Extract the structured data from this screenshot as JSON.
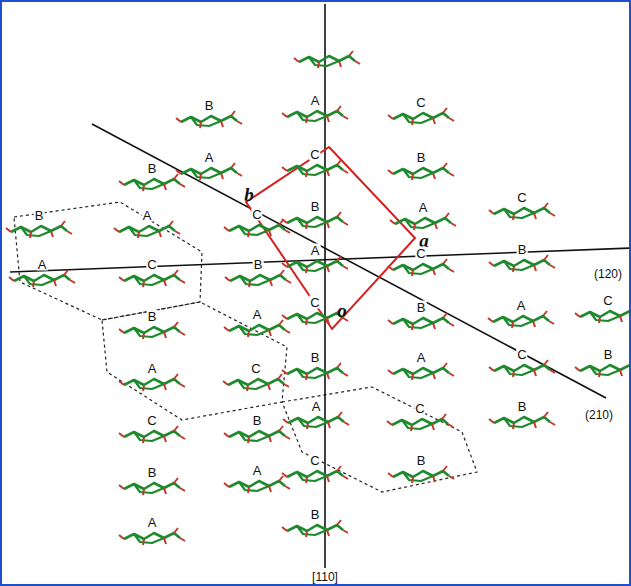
{
  "diagram": {
    "labels": [
      "A",
      "B",
      "C",
      "A",
      "C",
      "B",
      "B",
      "b",
      "C",
      "B",
      "A",
      "B",
      "A",
      "C",
      "a",
      "A",
      "C",
      "B",
      "A",
      "C",
      "B",
      "(120)",
      "C",
      "B",
      "A",
      "C",
      "o",
      "B",
      "A",
      "B",
      "A",
      "C",
      "B",
      "A",
      "C",
      "A",
      "C",
      "B",
      "(210)",
      "C",
      "B",
      "C",
      "B",
      "B",
      "A",
      "B",
      "A",
      "[110]"
    ]
  }
}
